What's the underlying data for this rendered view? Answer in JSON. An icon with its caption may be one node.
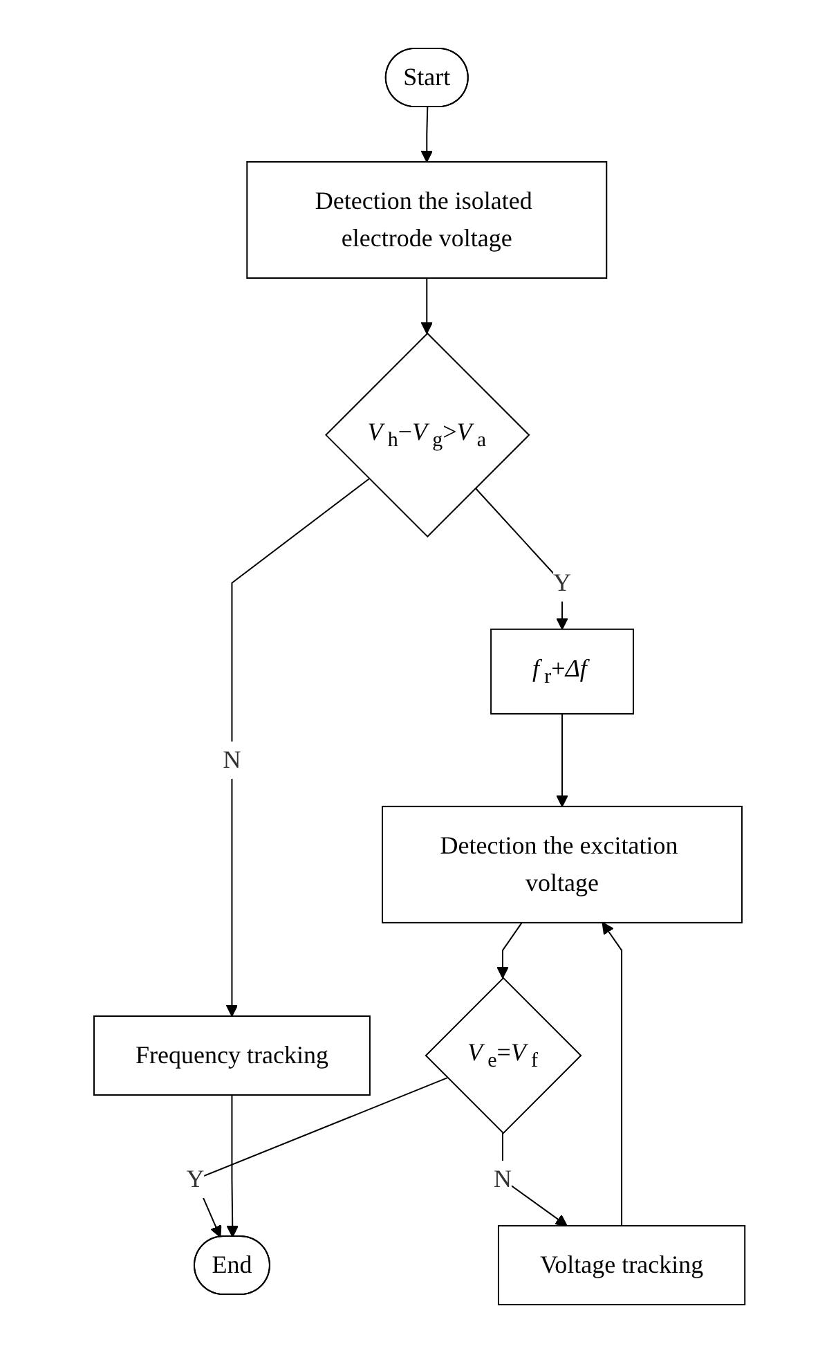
{
  "diagram": {
    "nodes": [
      {
        "text": [
          "Start"
        ]
      },
      {
        "text": [
          "Detection the isolated electrode voltage"
        ]
      },
      {
        "text": [
          "*V*$_{h}$−*V*$_{g}$>*V*$_{a}$"
        ]
      },
      {
        "text": [
          "Frequency tracking"
        ]
      },
      {
        "text": [
          "*f*$_{r}$+*Δf*"
        ]
      },
      {
        "text": [
          "Detection the excitation voltage"
        ]
      },
      {
        "text": [
          "*V*$_{e}$=*V*$_{f}$"
        ]
      },
      {
        "text": [
          "Voltage tracking"
        ]
      },
      {
        "text": [
          "End"
        ]
      }
    ],
    "edges": [
      {
        "from": 0,
        "to": 1,
        "arrow": "to"
      },
      {
        "from": 1,
        "to": 2,
        "arrow": "to"
      },
      {
        "from": 2,
        "to": 3,
        "arrow": "to",
        "label": "N"
      },
      {
        "from": 2,
        "to": 4,
        "arrow": "to",
        "label": "Y"
      },
      {
        "from": 4,
        "to": 5,
        "arrow": "to"
      },
      {
        "from": 5,
        "to": 6,
        "arrow": "to"
      },
      {
        "from": 6,
        "to": 7,
        "arrow": "to",
        "label": "N"
      },
      {
        "from": 7,
        "to": 5,
        "arrow": "to"
      },
      {
        "from": 6,
        "to": 8,
        "arrow": "to",
        "label": "Y"
      },
      {
        "from": 3,
        "to": 8,
        "arrow": "to"
      }
    ]
  }
}
